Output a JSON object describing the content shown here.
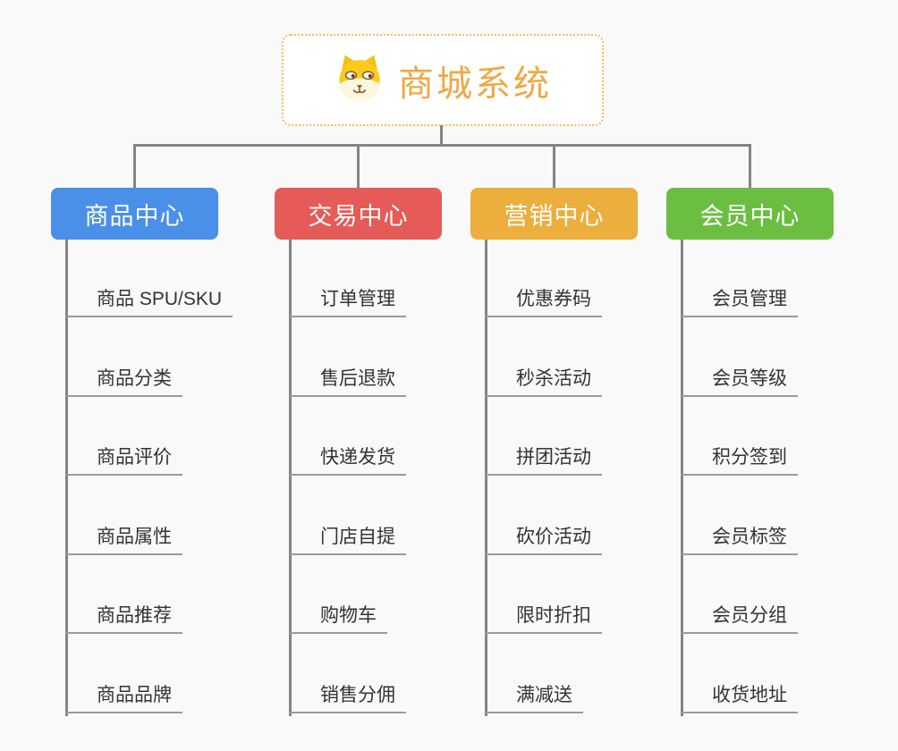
{
  "page": {
    "background_color": "#f9f9f9"
  },
  "root": {
    "title": "商城系统",
    "icon": "dog-icon",
    "text_color": "#f0a843",
    "border_color": "#f5bb62"
  },
  "branches": [
    {
      "label": "商品中心",
      "color": "#4a90e8",
      "children": [
        "商品 SPU/SKU",
        "商品分类",
        "商品评价",
        "商品属性",
        "商品推荐",
        "商品品牌"
      ]
    },
    {
      "label": "交易中心",
      "color": "#e45b57",
      "children": [
        "订单管理",
        "售后退款",
        "快递发货",
        "门店自提",
        "购物车",
        "销售分佣"
      ]
    },
    {
      "label": "营销中心",
      "color": "#ecae3d",
      "children": [
        "优惠券码",
        "秒杀活动",
        "拼团活动",
        "砍价活动",
        "限时折扣",
        "满减送"
      ]
    },
    {
      "label": "会员中心",
      "color": "#6cbe43",
      "children": [
        "会员管理",
        "会员等级",
        "积分签到",
        "会员标签",
        "会员分组",
        "收货地址"
      ]
    }
  ]
}
